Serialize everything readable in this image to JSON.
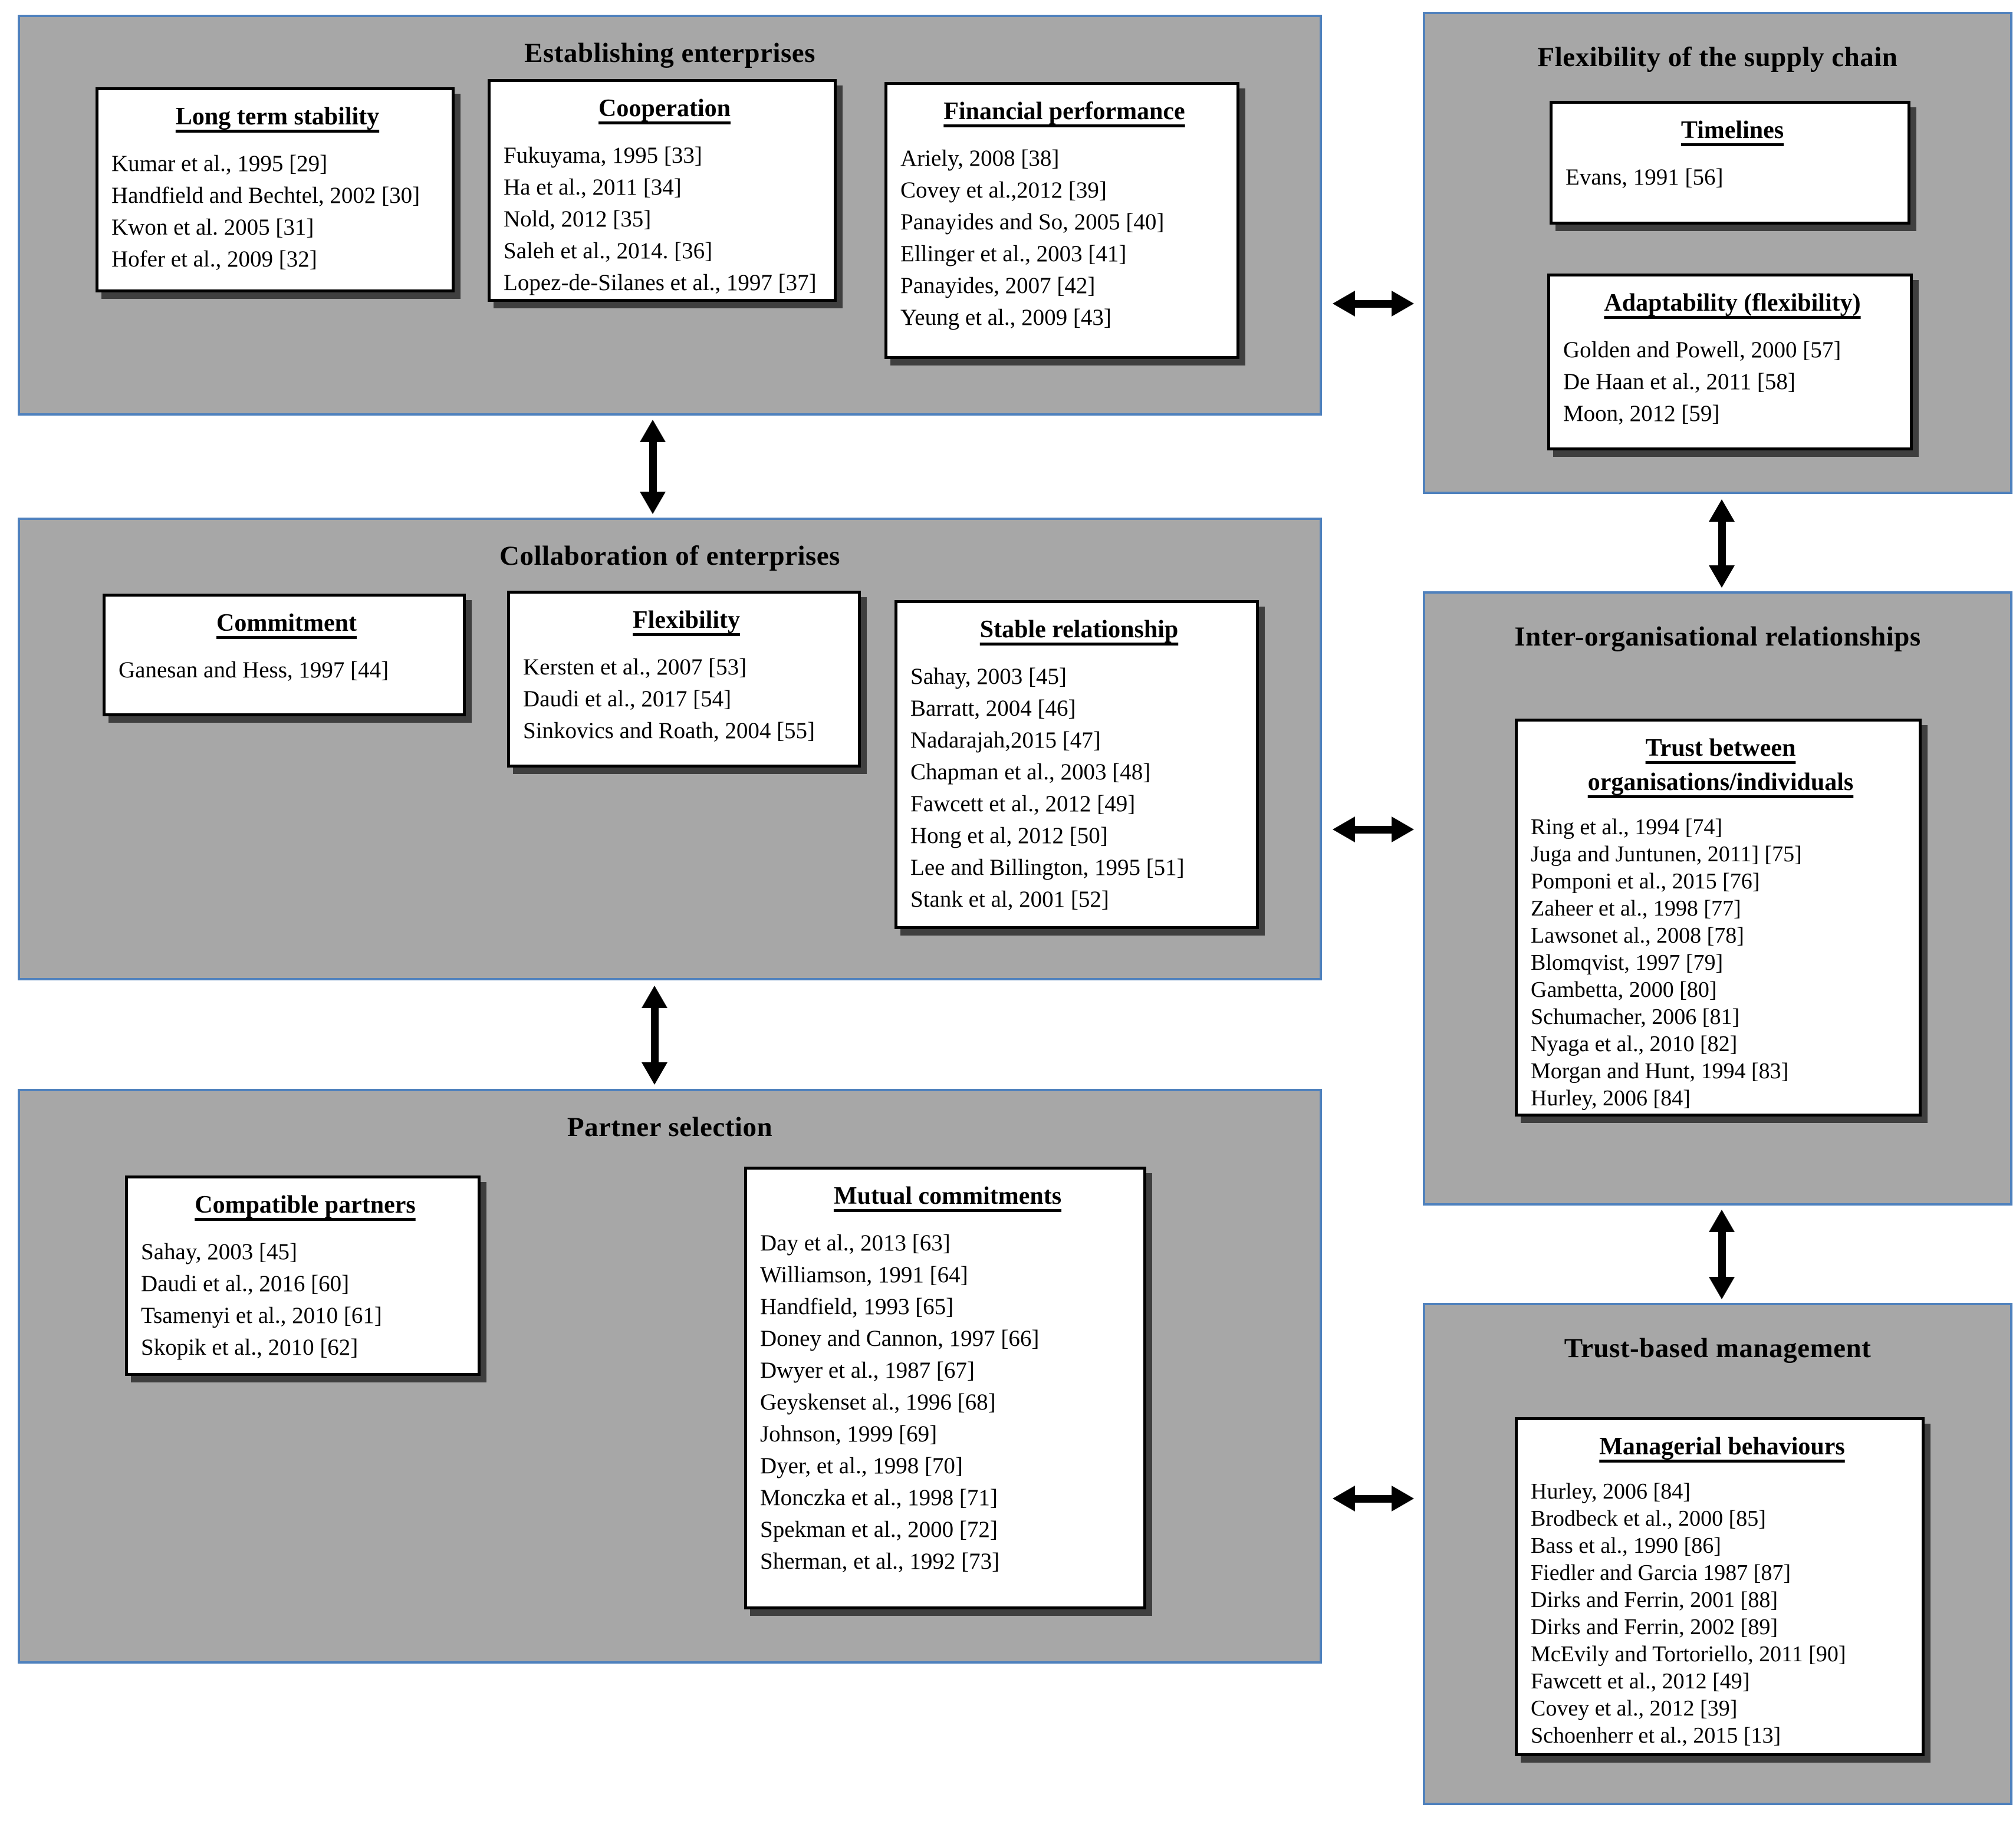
{
  "colors": {
    "panel_fill": "#a7a7a7",
    "panel_border": "#4f81bd",
    "box_fill": "#ffffff",
    "box_border": "#000000",
    "box_shadow": "#3f3f3f",
    "arrow": "#000000",
    "text": "#000000"
  },
  "panels": [
    {
      "title": "Establishing enterprises",
      "boxes": [
        {
          "heading": "Long term stability",
          "items": [
            "Kumar et al., 1995 [29]",
            "Handfield and Bechtel, 2002 [30]",
            "Kwon et al. 2005 [31]",
            "Hofer et al., 2009 [32]"
          ]
        },
        {
          "heading": "Cooperation",
          "items": [
            "Fukuyama, 1995 [33]",
            "Ha et al., 2011 [34]",
            "Nold, 2012 [35]",
            "Saleh et al., 2014. [36]",
            "Lopez-de-Silanes et al., 1997 [37]"
          ]
        },
        {
          "heading": "Financial performance",
          "items": [
            "Ariely, 2008 [38]",
            "Covey et al.,2012 [39]",
            "Panayides and So, 2005 [40]",
            "Ellinger et al., 2003 [41]",
            "Panayides, 2007 [42]",
            "Yeung et al., 2009 [43]"
          ]
        }
      ]
    },
    {
      "title": "Flexibility of the supply chain",
      "boxes": [
        {
          "heading": "Timelines",
          "items": [
            "Evans, 1991 [56]"
          ]
        },
        {
          "heading": "Adaptability (flexibility)",
          "items": [
            "Golden and Powell, 2000 [57]",
            "De Haan et al., 2011 [58]",
            "Moon, 2012 [59]"
          ]
        }
      ]
    },
    {
      "title": "Collaboration of enterprises",
      "boxes": [
        {
          "heading": "Commitment",
          "items": [
            "Ganesan and Hess, 1997 [44]"
          ]
        },
        {
          "heading": "Flexibility",
          "items": [
            "Kersten et al., 2007 [53]",
            "Daudi et al., 2017 [54]",
            "Sinkovics and Roath, 2004 [55]"
          ]
        },
        {
          "heading": "Stable relationship",
          "items": [
            "Sahay, 2003 [45]",
            "Barratt, 2004 [46]",
            "Nadarajah,2015 [47]",
            "Chapman et al., 2003 [48]",
            "Fawcett et al., 2012 [49]",
            "Hong et al, 2012 [50]",
            "Lee and Billington, 1995 [51]",
            "Stank et al, 2001 [52]"
          ]
        }
      ]
    },
    {
      "title": "Inter-organisational relationships",
      "boxes": [
        {
          "heading": "Trust between organisations/individuals",
          "items": [
            "Ring et al., 1994 [74]",
            "Juga and Juntunen, 2011] [75]",
            "Pomponi et al., 2015 [76]",
            "Zaheer et al., 1998 [77]",
            "Lawsonet al., 2008 [78]",
            "Blomqvist, 1997 [79]",
            "Gambetta, 2000 [80]",
            "Schumacher, 2006 [81]",
            "Nyaga et al., 2010 [82]",
            "Morgan and Hunt, 1994 [83]",
            "Hurley, 2006 [84]"
          ]
        }
      ]
    },
    {
      "title": "Partner selection",
      "boxes": [
        {
          "heading": "Compatible partners",
          "items": [
            "Sahay, 2003 [45]",
            "Daudi et al., 2016 [60]",
            "Tsamenyi et al., 2010 [61]",
            "Skopik et al., 2010 [62]"
          ]
        },
        {
          "heading": "Mutual commitments",
          "items": [
            "Day et al., 2013 [63]",
            "Williamson, 1991 [64]",
            "Handfield, 1993 [65]",
            "Doney and Cannon, 1997 [66]",
            "Dwyer et al., 1987 [67]",
            "Geyskenset al., 1996 [68]",
            "Johnson, 1999 [69]",
            "Dyer, et al., 1998 [70]",
            "Monczka et al., 1998 [71]",
            "Spekman et al., 2000 [72]",
            "Sherman, et al., 1992 [73]"
          ]
        }
      ]
    },
    {
      "title": "Trust-based management",
      "boxes": [
        {
          "heading": "Managerial behaviours",
          "items": [
            "Hurley, 2006 [84]",
            "Brodbeck et al., 2000 [85]",
            "Bass et al., 1990 [86]",
            "Fiedler and Garcia 1987 [87]",
            "Dirks and Ferrin, 2001 [88]",
            "Dirks and Ferrin, 2002 [89]",
            "McEvily and Tortoriello, 2011 [90]",
            "Fawcett et al., 2012 [49]",
            "Covey et al., 2012 [39]",
            "Schoenherr et al., 2015 [13]"
          ]
        }
      ]
    }
  ],
  "arrows": [
    {
      "between": [
        "Establishing enterprises",
        "Collaboration of enterprises"
      ],
      "direction": "vertical",
      "style": "double-headed"
    },
    {
      "between": [
        "Establishing enterprises",
        "Flexibility of the supply chain"
      ],
      "direction": "horizontal",
      "style": "double-headed"
    },
    {
      "between": [
        "Flexibility of the supply chain",
        "Inter-organisational relationships"
      ],
      "direction": "vertical",
      "style": "double-headed"
    },
    {
      "between": [
        "Collaboration of enterprises",
        "Inter-organisational relationships"
      ],
      "direction": "horizontal",
      "style": "double-headed"
    },
    {
      "between": [
        "Collaboration of enterprises",
        "Partner selection"
      ],
      "direction": "vertical",
      "style": "double-headed"
    },
    {
      "between": [
        "Inter-organisational relationships",
        "Trust-based management"
      ],
      "direction": "vertical",
      "style": "double-headed"
    },
    {
      "between": [
        "Partner selection",
        "Trust-based management"
      ],
      "direction": "horizontal",
      "style": "double-headed"
    }
  ]
}
